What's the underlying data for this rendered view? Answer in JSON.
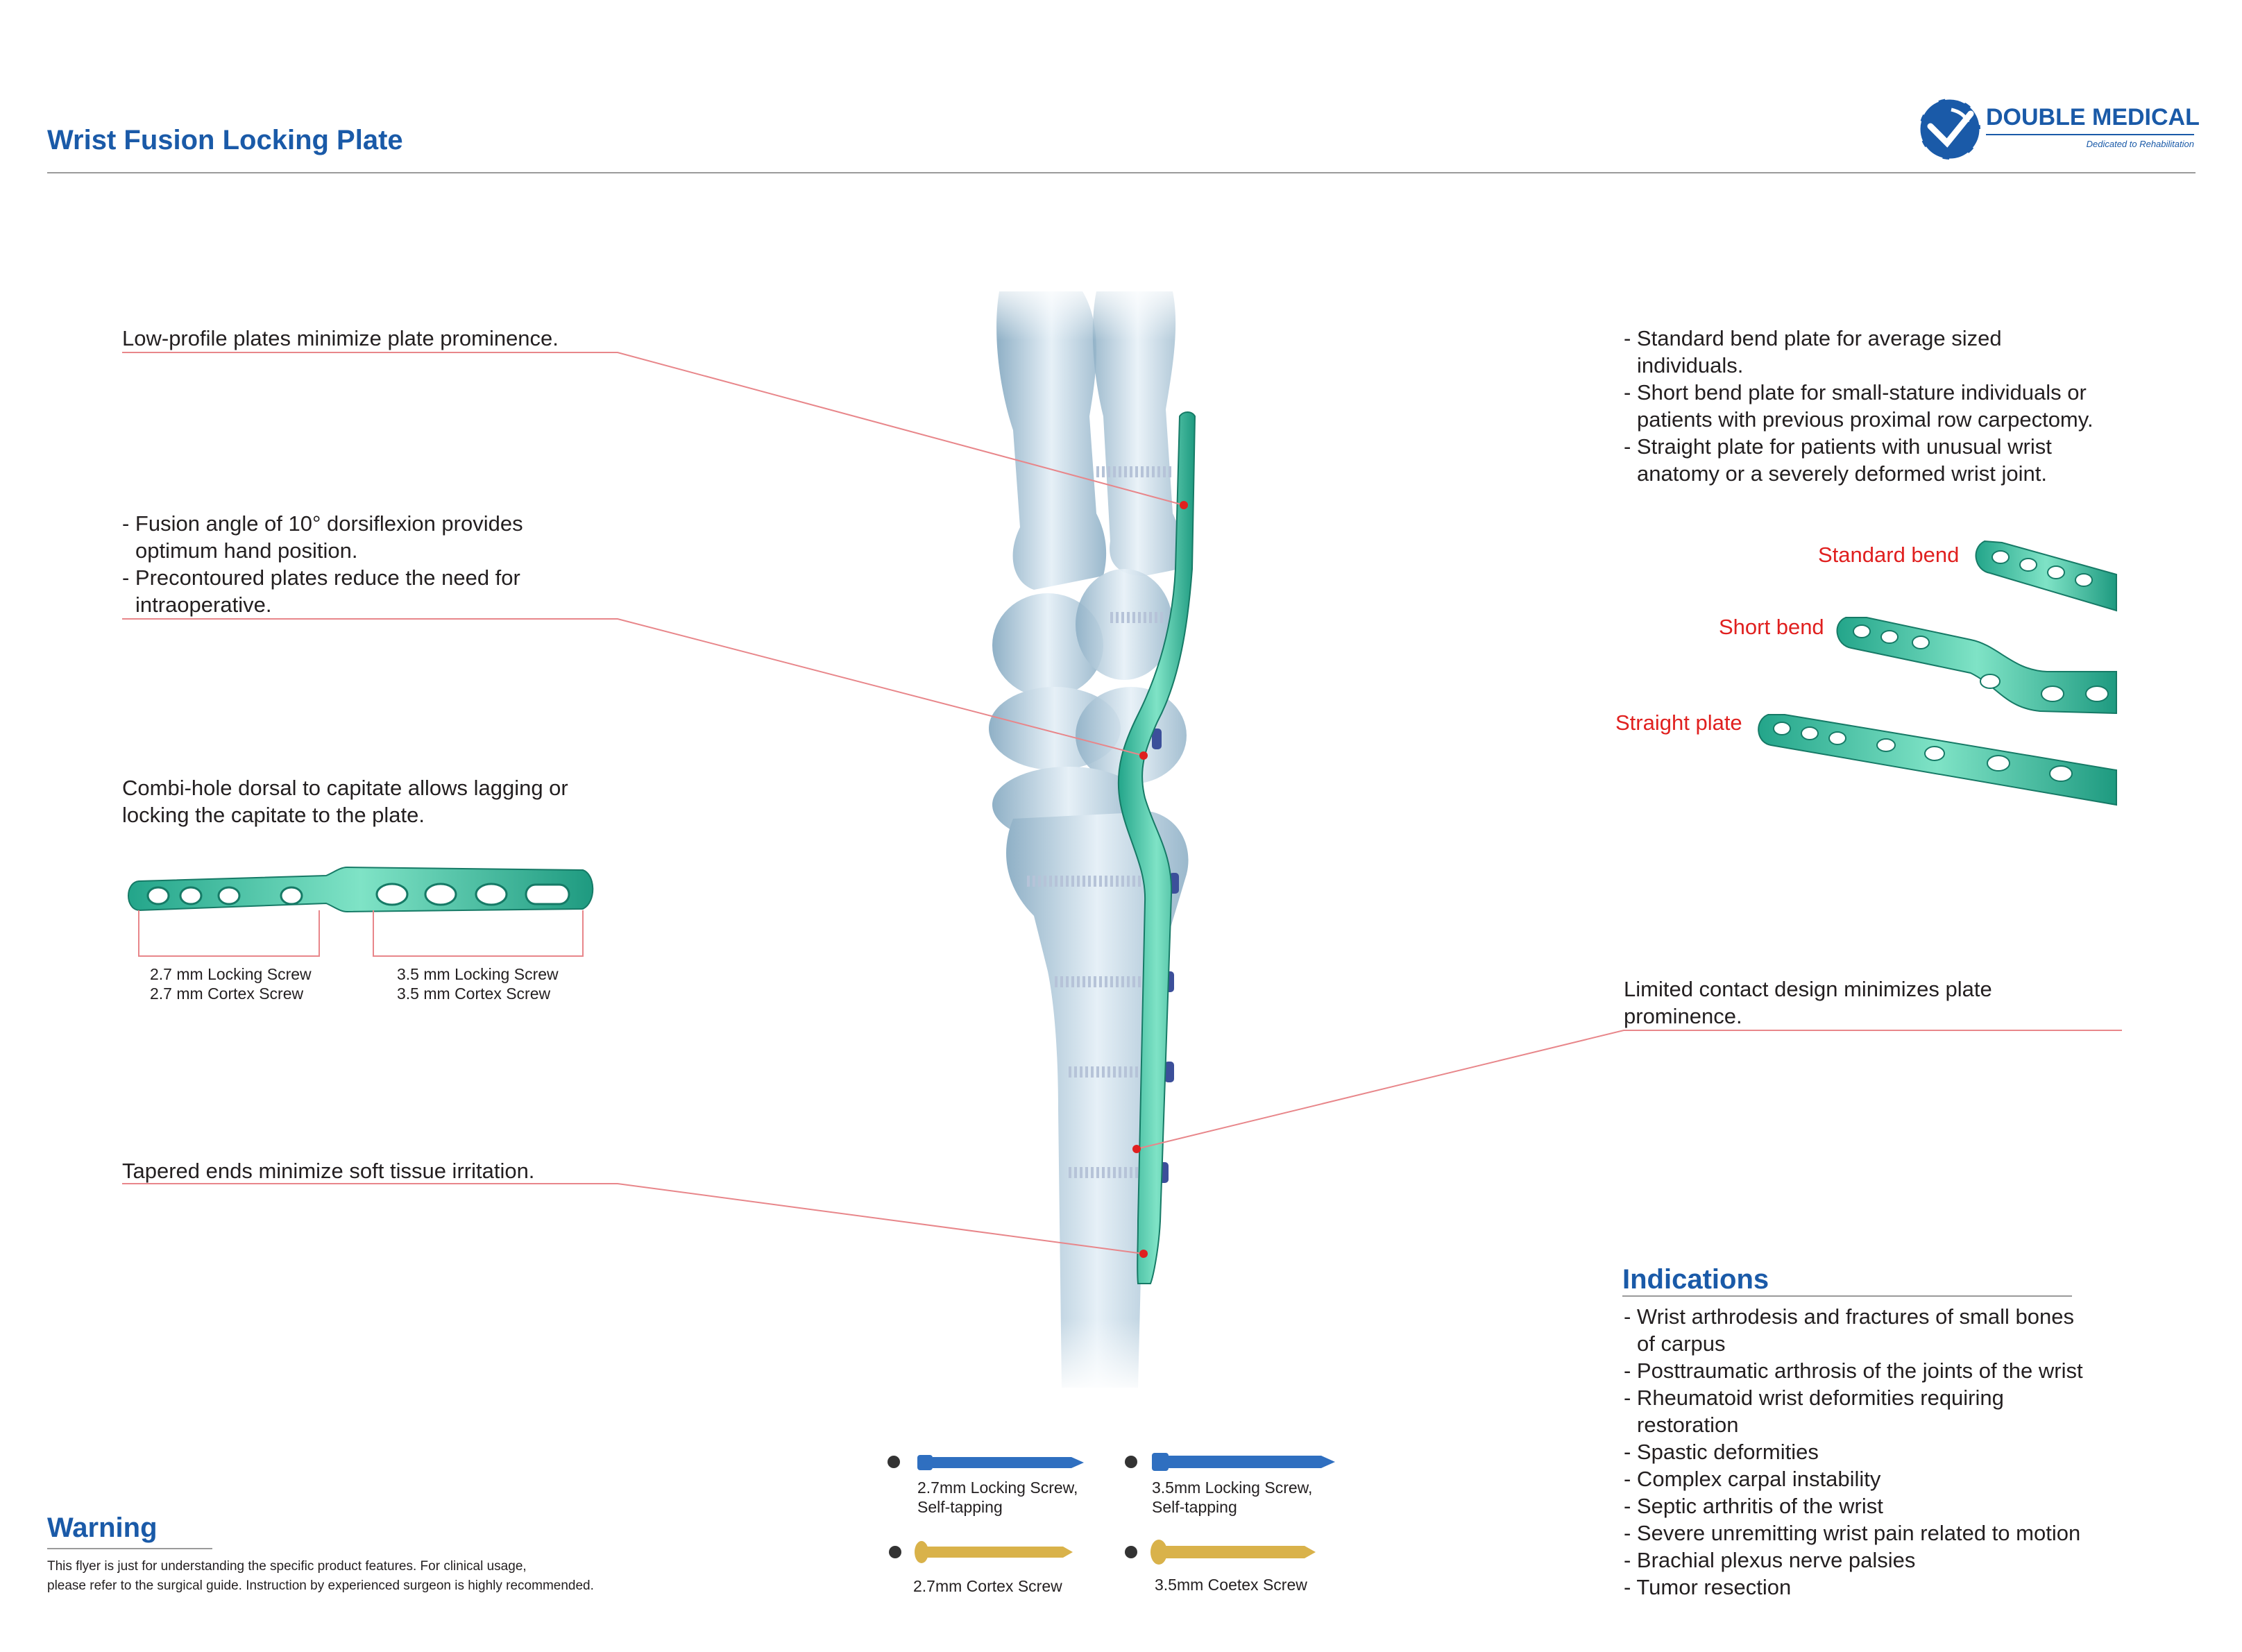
{
  "header": {
    "title": "Wrist Fusion Locking Plate",
    "logo_name": "DOUBLE MEDICAL",
    "logo_tagline": "Dedicated to Rehabilitation"
  },
  "features": {
    "low_profile": "Low-profile plates minimize plate prominence.",
    "fusion_angle": [
      "- Fusion angle of 10° dorsiflexion provides",
      "optimum hand position.",
      "- Precontoured plates reduce the need for",
      "intraoperative."
    ],
    "combi_hole": [
      "Combi-hole dorsal to capitate allows lagging or",
      "locking the capitate to the plate."
    ],
    "tapered_ends": "Tapered ends minimize soft tissue irritation.",
    "limited_contact": [
      "Limited contact design minimizes plate",
      "prominence."
    ],
    "plate_types": [
      "- Standard bend plate for average sized",
      "individuals.",
      "- Short bend plate for small-stature individuals or",
      "patients with previous proximal row carpectomy.",
      "- Straight plate for patients with unusual wrist",
      "anatomy or a severely deformed wrist joint."
    ]
  },
  "plate_variants": {
    "standard": "Standard bend",
    "short": "Short bend",
    "straight": "Straight plate"
  },
  "screw_zones": {
    "small": [
      "2.7 mm Locking Screw",
      "2.7 mm Cortex Screw"
    ],
    "large": [
      "3.5 mm Locking Screw",
      "3.5 mm Cortex Screw"
    ]
  },
  "screws": {
    "locking_27": [
      "2.7mm Locking Screw,",
      "Self-tapping"
    ],
    "locking_35": [
      "3.5mm Locking Screw,",
      "Self-tapping"
    ],
    "cortex_27": "2.7mm Cortex Screw",
    "cortex_35": "3.5mm Coetex Screw"
  },
  "indications": {
    "heading": "Indications",
    "items": [
      "- Wrist arthrodesis and fractures of small bones",
      "of carpus",
      "- Posttraumatic arthrosis of the joints of the wrist",
      "- Rheumatoid wrist deformities requiring",
      "restoration",
      "- Spastic deformities",
      "- Complex carpal instability",
      "- Septic arthritis of the wrist",
      "- Severe unremitting wrist pain related to motion",
      "- Brachial plexus nerve palsies",
      "- Tumor resection"
    ]
  },
  "warning": {
    "heading": "Warning",
    "lines": [
      "This flyer is just for understanding the specific product features. For clinical usage,",
      "please refer to the surgical guide. Instruction by experienced surgeon is highly recommended."
    ]
  },
  "colors": {
    "brand_blue": "#1a5aa8",
    "callout_red": "#e0201f",
    "plate_green": "#3fc4a4",
    "bone_blue": "#c9dbe8",
    "screw_blue": "#2f6fc0",
    "screw_gold": "#d9b24a"
  }
}
